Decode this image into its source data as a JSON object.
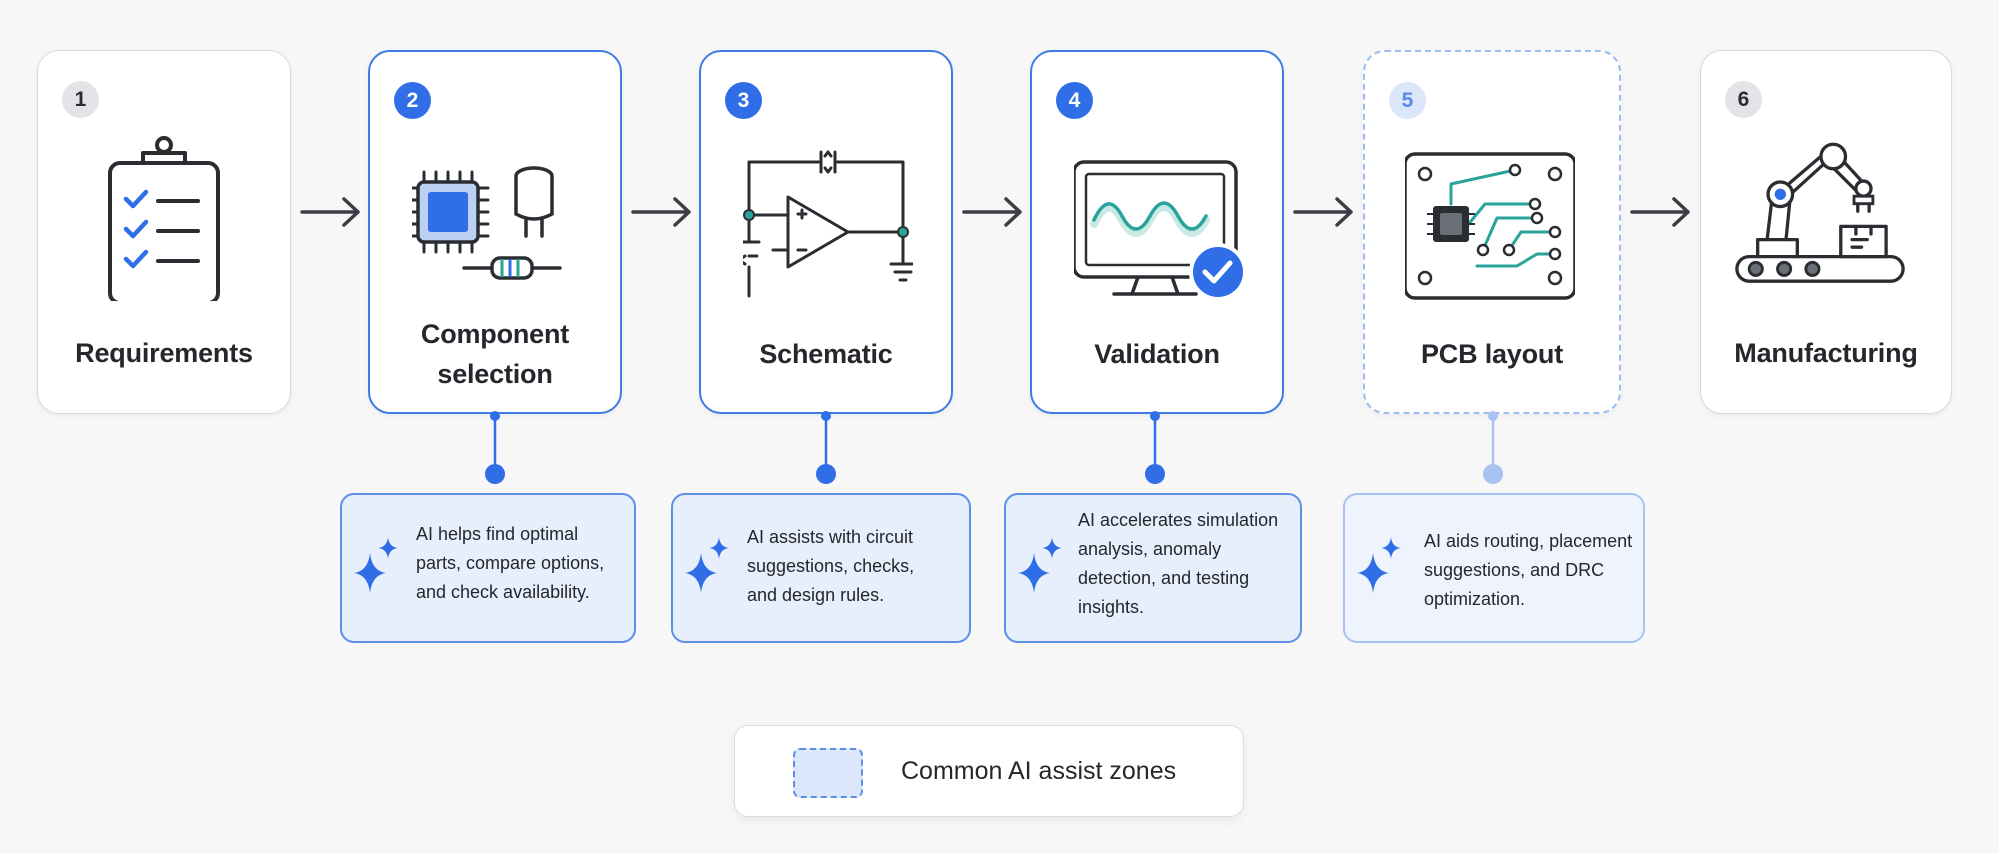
{
  "steps": [
    {
      "number": "1",
      "title": "Requirements",
      "icon": "clipboard-checklist-icon"
    },
    {
      "number": "2",
      "title": "Component selection",
      "title_line1": "Component",
      "title_line2": "selection",
      "icon": "chip-capacitor-resistor-icon"
    },
    {
      "number": "3",
      "title": "Schematic",
      "icon": "opamp-schematic-icon"
    },
    {
      "number": "4",
      "title": "Validation",
      "icon": "monitor-waveform-check-icon"
    },
    {
      "number": "5",
      "title": "PCB layout",
      "icon": "pcb-board-icon"
    },
    {
      "number": "6",
      "title": "Manufacturing",
      "icon": "robot-arm-conveyor-icon"
    }
  ],
  "ai_notes": [
    {
      "step": "2",
      "line1": "AI helps find optimal",
      "line2": "parts, compare options,",
      "line3": "and check availability."
    },
    {
      "step": "3",
      "line1": "AI assists with circuit",
      "line2": "suggestions, checks,",
      "line3": "and design rules."
    },
    {
      "step": "4",
      "line1": "AI accelerates simulation",
      "line2": "analysis, anomaly",
      "line3": "detection, and testing",
      "line4": "insights."
    },
    {
      "step": "5",
      "line1": "AI aids routing, placement",
      "line2": "suggestions, and DRC",
      "line3": "optimization."
    }
  ],
  "legend": {
    "label": "Common AI assist zones"
  },
  "colors": {
    "accent": "#2f6ee6",
    "note_fill": "#e7effd",
    "teal_trace": "#2aa39a",
    "card_border": "#d6d8dc"
  }
}
